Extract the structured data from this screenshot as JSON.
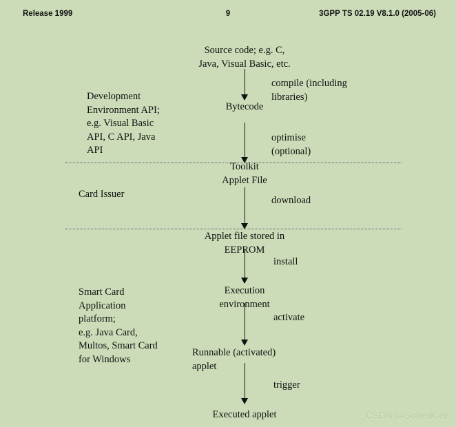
{
  "document": {
    "background_color": "#ccdcb8",
    "text_color": "#111111",
    "divider_color": "#4a5a78"
  },
  "header": {
    "left": "Release 1999",
    "page_number": "9",
    "right": "3GPP TS 02.19 V8.1.0 (2005-06)"
  },
  "diagram": {
    "title": "Applet lifecycle flow",
    "nodes": [
      {
        "id": "source-code",
        "label": "Source code; e.g. C,\nJava, Visual Basic, etc."
      },
      {
        "id": "bytecode",
        "label": "Bytecode"
      },
      {
        "id": "toolkit-applet",
        "label": "Toolkit\nApplet File"
      },
      {
        "id": "applet-stored",
        "label": "Applet file stored in\nEEPROM"
      },
      {
        "id": "execution-env",
        "label": "Execution\nenvironment"
      },
      {
        "id": "runnable-applet",
        "label": "Runnable (activated)\napplet"
      },
      {
        "id": "executed-applet",
        "label": "Executed applet"
      }
    ],
    "edge_labels": [
      {
        "id": "compile",
        "label": "compile (including\nlibraries)"
      },
      {
        "id": "optimise",
        "label": "optimise\n(optional)"
      },
      {
        "id": "download",
        "label": "download"
      },
      {
        "id": "install",
        "label": "install"
      },
      {
        "id": "activate",
        "label": "activate"
      },
      {
        "id": "trigger",
        "label": "trigger"
      }
    ],
    "side_annotations": [
      {
        "id": "dev-env-api",
        "label": "Development\nEnvironment API;\ne.g. Visual Basic\nAPI, C API, Java\nAPI"
      },
      {
        "id": "card-issuer",
        "label": "Card Issuer"
      },
      {
        "id": "smart-card-app",
        "label": "Smart Card\nApplication\nplatform;\n e.g. Java Card,\nMultos, Smart Card\nfor Windows"
      }
    ]
  },
  "watermark": {
    "text": "CSDN @SofterlCer"
  }
}
